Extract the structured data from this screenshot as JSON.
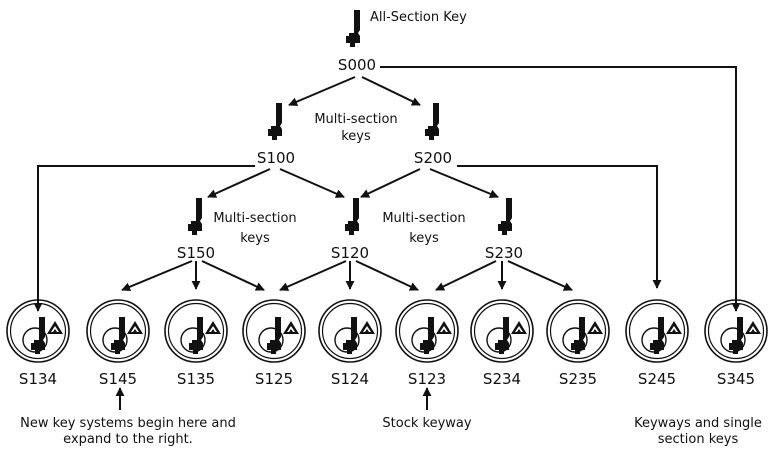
{
  "colors": {
    "ink": "#111111",
    "background": "#ffffff"
  },
  "icons": {
    "key": "key-icon",
    "cylinder": "lock-cylinder-icon",
    "logo": "keyway-logo-icon"
  },
  "root": {
    "label": "All-Section Key",
    "code": "S000"
  },
  "multi_section_label": [
    "Multi-section",
    "keys"
  ],
  "level1": [
    {
      "code": "S100"
    },
    {
      "code": "S200"
    }
  ],
  "level2": [
    {
      "code": "S150"
    },
    {
      "code": "S120"
    },
    {
      "code": "S230"
    }
  ],
  "cylinders": [
    {
      "code": "S134"
    },
    {
      "code": "S145"
    },
    {
      "code": "S135"
    },
    {
      "code": "S125"
    },
    {
      "code": "S124"
    },
    {
      "code": "S123"
    },
    {
      "code": "S234"
    },
    {
      "code": "S235"
    },
    {
      "code": "S245"
    },
    {
      "code": "S345"
    }
  ],
  "notes": {
    "new_systems": [
      "New key systems begin here and",
      "expand to the right."
    ],
    "stock": "Stock keyway",
    "single": [
      "Keyways and single",
      "section keys"
    ]
  }
}
